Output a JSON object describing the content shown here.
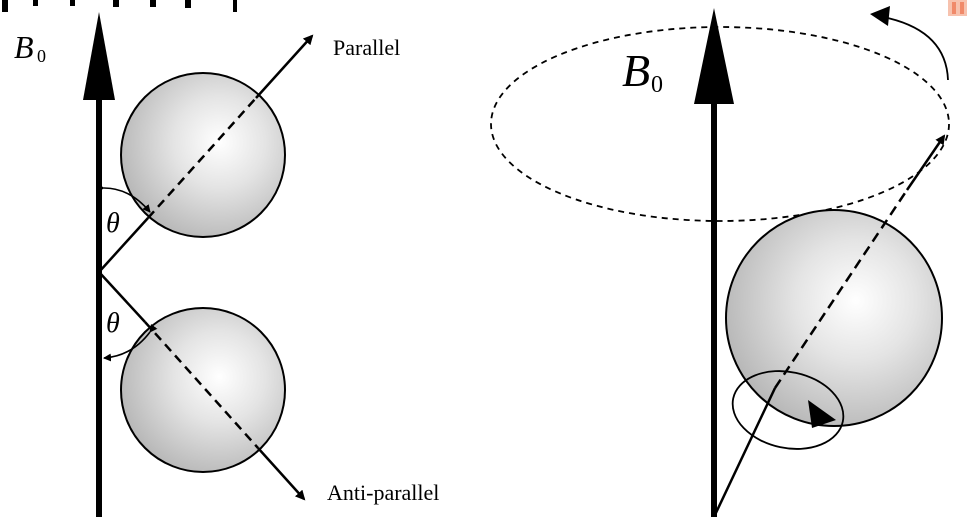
{
  "left_panel": {
    "field_symbol": "B",
    "field_subscript": "0",
    "parallel_label": "Parallel",
    "anti_parallel_label": "Anti-parallel",
    "angle_symbol_top": "θ",
    "angle_symbol_bottom": "θ"
  },
  "right_panel": {
    "field_symbol": "B",
    "field_subscript": "0"
  },
  "colors": {
    "ink": "#000000",
    "sphere_light": "#f4f4f4",
    "sphere_dark": "#bdbdbd",
    "corner_mark": "#f08a6a"
  }
}
